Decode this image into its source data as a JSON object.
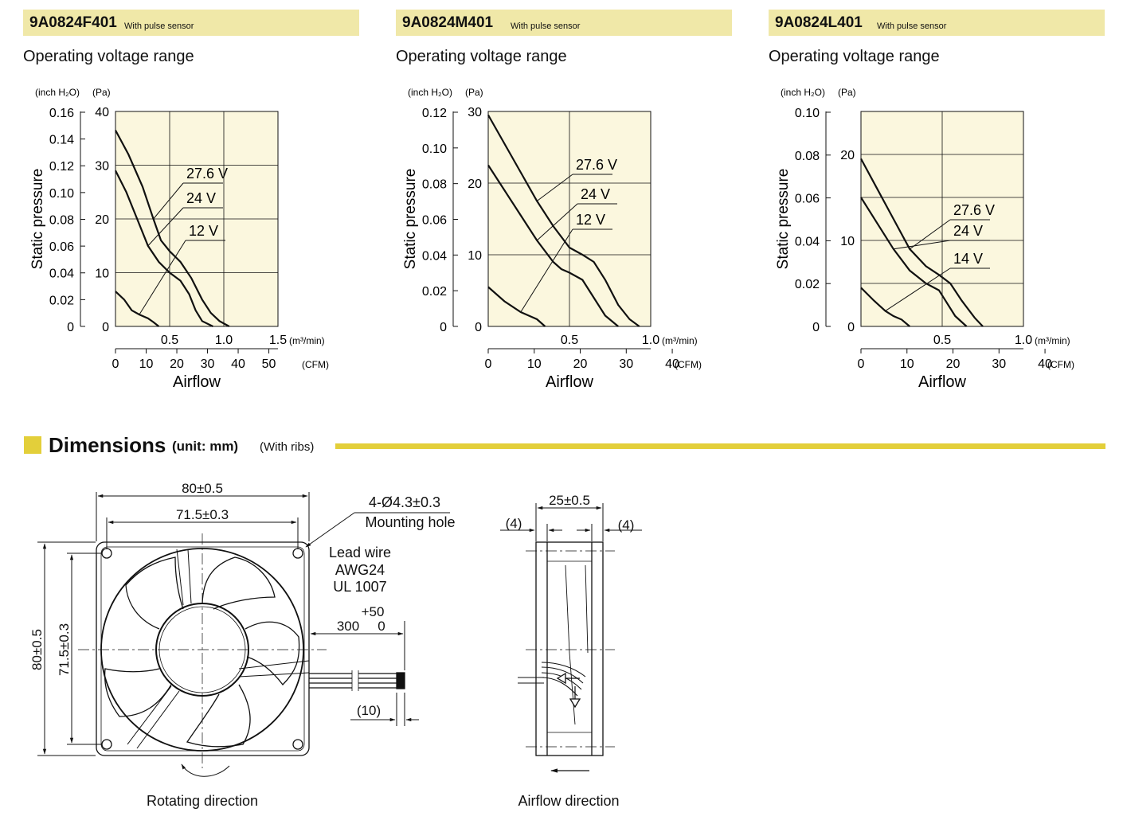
{
  "colors": {
    "chart_bg": "#fbf7de",
    "header_bar": "#f0e8a8",
    "accent": "#e3cf3a"
  },
  "chart_data": [
    {
      "type": "line",
      "model": "9A0824F401",
      "model_note": "With pulse sensor",
      "section_title": "Operating voltage range",
      "x_unit_top": "(m³/min)",
      "x_unit_bottom": "(CFM)",
      "y_unit_left": "(inch H₂O)",
      "y_unit_right": "(Pa)",
      "ylabel": "Static pressure",
      "xlabel": "Airflow",
      "xlim": [
        0,
        1.5
      ],
      "ylim": [
        0,
        40
      ],
      "x_ticks": [
        "0.5",
        "1.0",
        "1.5"
      ],
      "x_ticks_cfm": [
        "0",
        "10",
        "20",
        "30",
        "40",
        "50"
      ],
      "y_ticks_pa": [
        "0",
        "10",
        "20",
        "30",
        "40"
      ],
      "y_ticks_inh2o": [
        "0",
        "0.02",
        "0.04",
        "0.06",
        "0.08",
        "0.10",
        "0.12",
        "0.14",
        "0.16"
      ],
      "series": [
        {
          "name": "27.6 V",
          "x": [
            0,
            0.12,
            0.25,
            0.35,
            0.42,
            0.5,
            0.6,
            0.7,
            0.8,
            0.88,
            0.96,
            1.05
          ],
          "y": [
            36.5,
            32,
            26,
            20,
            16,
            14,
            12,
            9,
            5,
            2.5,
            1,
            0
          ]
        },
        {
          "name": "24 V",
          "x": [
            0,
            0.1,
            0.2,
            0.3,
            0.4,
            0.5,
            0.6,
            0.68,
            0.74,
            0.8,
            0.9
          ],
          "y": [
            29,
            25,
            20,
            15,
            12,
            10,
            8.5,
            6,
            3,
            1,
            0
          ]
        },
        {
          "name": "12 V",
          "x": [
            0,
            0.08,
            0.15,
            0.22,
            0.3,
            0.35,
            0.4
          ],
          "y": [
            6.5,
            5,
            3,
            2.2,
            1.5,
            0.8,
            0
          ]
        }
      ]
    },
    {
      "type": "line",
      "model": "9A0824M401",
      "model_note": "With pulse sensor",
      "section_title": "Operating voltage range",
      "x_unit_top": "(m³/min)",
      "x_unit_bottom": "(CFM)",
      "y_unit_left": "(inch H₂O)",
      "y_unit_right": "(Pa)",
      "ylabel": "Static pressure",
      "xlabel": "Airflow",
      "xlim": [
        0,
        1.0
      ],
      "ylim": [
        0,
        30
      ],
      "x_ticks": [
        "0.5",
        "1.0"
      ],
      "x_ticks_cfm": [
        "0",
        "10",
        "20",
        "30",
        "40"
      ],
      "y_ticks_pa": [
        "0",
        "10",
        "20",
        "30"
      ],
      "y_ticks_inh2o": [
        "0",
        "0.02",
        "0.04",
        "0.06",
        "0.08",
        "0.10",
        "0.12"
      ],
      "series": [
        {
          "name": "27.6 V",
          "x": [
            0,
            0.1,
            0.2,
            0.3,
            0.4,
            0.5,
            0.58,
            0.65,
            0.72,
            0.8,
            0.87,
            0.93
          ],
          "y": [
            29.5,
            25.5,
            21.5,
            17.5,
            14,
            11,
            10,
            9,
            6.5,
            3,
            1,
            0
          ]
        },
        {
          "name": "24 V",
          "x": [
            0,
            0.1,
            0.2,
            0.3,
            0.4,
            0.45,
            0.5,
            0.58,
            0.65,
            0.72,
            0.8
          ],
          "y": [
            22.5,
            19,
            15.5,
            12,
            9,
            8,
            7.5,
            6.5,
            4,
            1.5,
            0
          ]
        },
        {
          "name": "12 V",
          "x": [
            0,
            0.1,
            0.2,
            0.25,
            0.3,
            0.35
          ],
          "y": [
            5.5,
            3.5,
            2,
            1.5,
            1,
            0
          ]
        }
      ]
    },
    {
      "type": "line",
      "model": "9A0824L401",
      "model_note": "With pulse sensor",
      "section_title": "Operating voltage range",
      "x_unit_top": "(m³/min)",
      "x_unit_bottom": "(CFM)",
      "y_unit_left": "(inch H₂O)",
      "y_unit_right": "(Pa)",
      "ylabel": "Static pressure",
      "xlabel": "Airflow",
      "xlim": [
        0,
        1.0
      ],
      "ylim": [
        0,
        25
      ],
      "x_ticks": [
        "0.5",
        "1.0"
      ],
      "x_ticks_cfm": [
        "0",
        "10",
        "20",
        "30",
        "40"
      ],
      "y_ticks_pa": [
        "0",
        "10",
        "20"
      ],
      "y_ticks_inh2o": [
        "0",
        "0.02",
        "0.04",
        "0.06",
        "0.08",
        "0.10"
      ],
      "series": [
        {
          "name": "27.6 V",
          "x": [
            0,
            0.1,
            0.2,
            0.3,
            0.4,
            0.48,
            0.55,
            0.62,
            0.7,
            0.75
          ],
          "y": [
            19.5,
            16,
            12.5,
            9,
            7,
            6,
            5,
            3,
            1,
            0
          ]
        },
        {
          "name": "24 V",
          "x": [
            0,
            0.1,
            0.2,
            0.3,
            0.4,
            0.48,
            0.52,
            0.58,
            0.65
          ],
          "y": [
            15,
            12,
            9,
            6.5,
            5,
            4.2,
            3,
            1.2,
            0
          ]
        },
        {
          "name": "14 V",
          "x": [
            0,
            0.08,
            0.15,
            0.2,
            0.25,
            0.3
          ],
          "y": [
            4.5,
            3,
            1.8,
            1.2,
            0.8,
            0
          ]
        }
      ]
    }
  ],
  "dimensions": {
    "title": "Dimensions",
    "unit": "(unit: mm)",
    "ribs": "(With ribs)",
    "front_width": "80±0.5",
    "front_inner_width": "71.5±0.3",
    "front_height": "80±0.5",
    "front_inner_height": "71.5±0.3",
    "mounting_spec": "4-Ø4.3±0.3",
    "mounting_label": "Mounting hole",
    "lead_wire_1": "Lead wire",
    "lead_wire_2": "AWG24",
    "lead_wire_3": "UL 1007",
    "wire_tol_top": "+50",
    "wire_length": "300",
    "wire_tol_bottom": "0",
    "wire_end": "(10)",
    "side_depth": "25±0.5",
    "side_rib_left": "(4)",
    "side_rib_right": "(4)",
    "rotating_label": "Rotating direction",
    "airflow_label": "Airflow direction"
  }
}
